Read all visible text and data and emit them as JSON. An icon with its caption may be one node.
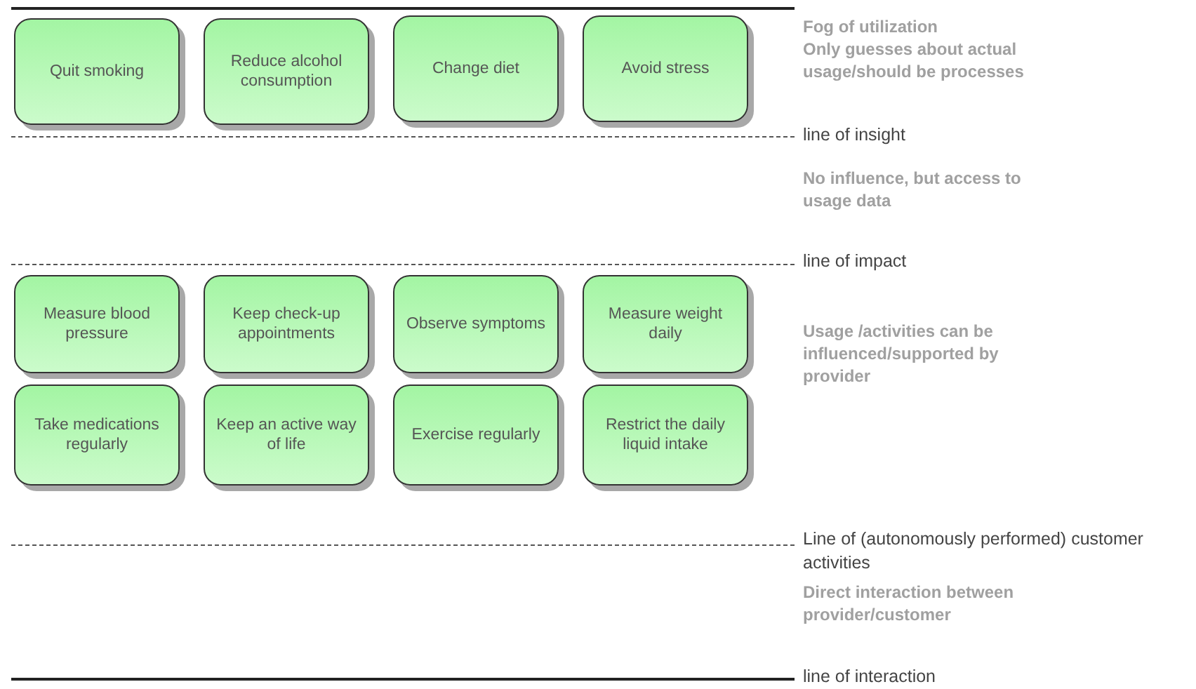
{
  "diagram": {
    "nodes": [
      {
        "text": [
          "Quit smoking"
        ]
      },
      {
        "text": [
          "Reduce alcohol consumption"
        ]
      },
      {
        "text": [
          "Change diet"
        ]
      },
      {
        "text": [
          "Avoid stress"
        ]
      },
      {
        "text": [
          "Measure blood pressure"
        ]
      },
      {
        "text": [
          "Keep check-up appointments"
        ]
      },
      {
        "text": [
          "Observe symptoms"
        ]
      },
      {
        "text": [
          "Measure weight daily"
        ]
      },
      {
        "text": [
          "Take medications regularly"
        ]
      },
      {
        "text": [
          "Keep an active way of life"
        ]
      },
      {
        "text": [
          "Exercise regularly"
        ]
      },
      {
        "text": [
          "Restrict the daily liquid intake"
        ]
      }
    ],
    "labels": [
      "Fog of utilization",
      "Only guesses about actual usage/should be processes",
      "line of insight",
      "No influence, but access to usage data",
      "line of impact",
      "Usage /activities can be influenced/supported by provider",
      "Line of (autonomously performed) customer activities",
      "Direct interaction between provider/customer",
      "line of interaction"
    ]
  }
}
